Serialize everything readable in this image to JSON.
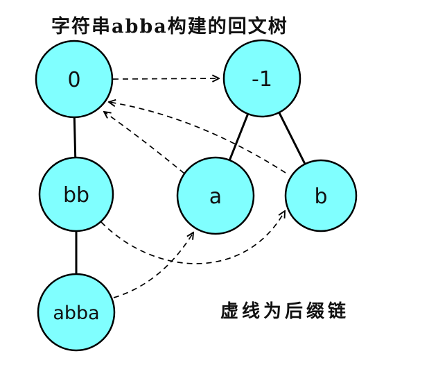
{
  "title": "字符串abba构建的回文树",
  "caption": "虚线为后缀链",
  "colors": {
    "node_fill": "#80ffff",
    "node_stroke": "#000000",
    "edge": "#000000",
    "background": "#ffffff",
    "text": "#111111"
  },
  "nodes": {
    "n0": {
      "label": "0"
    },
    "nNeg1": {
      "label": "-1"
    },
    "nBB": {
      "label": "bb"
    },
    "nA": {
      "label": "a"
    },
    "nB": {
      "label": "b"
    },
    "nABBA": {
      "label": "abba"
    }
  },
  "tree_edges": [
    {
      "from": "0",
      "to": "bb"
    },
    {
      "from": "bb",
      "to": "abba"
    },
    {
      "from": "-1",
      "to": "a"
    },
    {
      "from": "-1",
      "to": "b"
    }
  ],
  "suffix_links": [
    {
      "from": "0",
      "to": "-1"
    },
    {
      "from": "a",
      "to": "0"
    },
    {
      "from": "b",
      "to": "0"
    },
    {
      "from": "bb",
      "to": "b"
    },
    {
      "from": "abba",
      "to": "a"
    }
  ]
}
